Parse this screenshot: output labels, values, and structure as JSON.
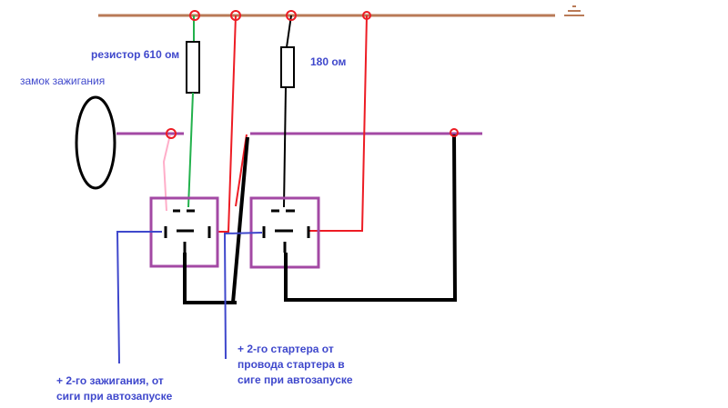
{
  "labels": {
    "resistor_610": "резистор 610 ом",
    "resistor_180": "180 ом",
    "ignition_lock": "замок зажигания",
    "starter_line1": "+ 2-го стартера от",
    "starter_line2": "провода стартера в",
    "starter_line3": "сиге при автозапуске",
    "ignition_line1": "+ 2-го зажигания, от",
    "ignition_line2": "сиги при автозапуске"
  },
  "colors": {
    "ground_bus": "#b97a57",
    "purple_bus": "#a349a4",
    "red_wire": "#ed1c24",
    "green_wire": "#22b14c",
    "pink_wire": "#ffaec9",
    "black_wire": "#000000",
    "blue_wire": "#3f48cc",
    "label_text": "#3f48cc"
  },
  "icons": {
    "ground": "ground-symbol-icon"
  }
}
